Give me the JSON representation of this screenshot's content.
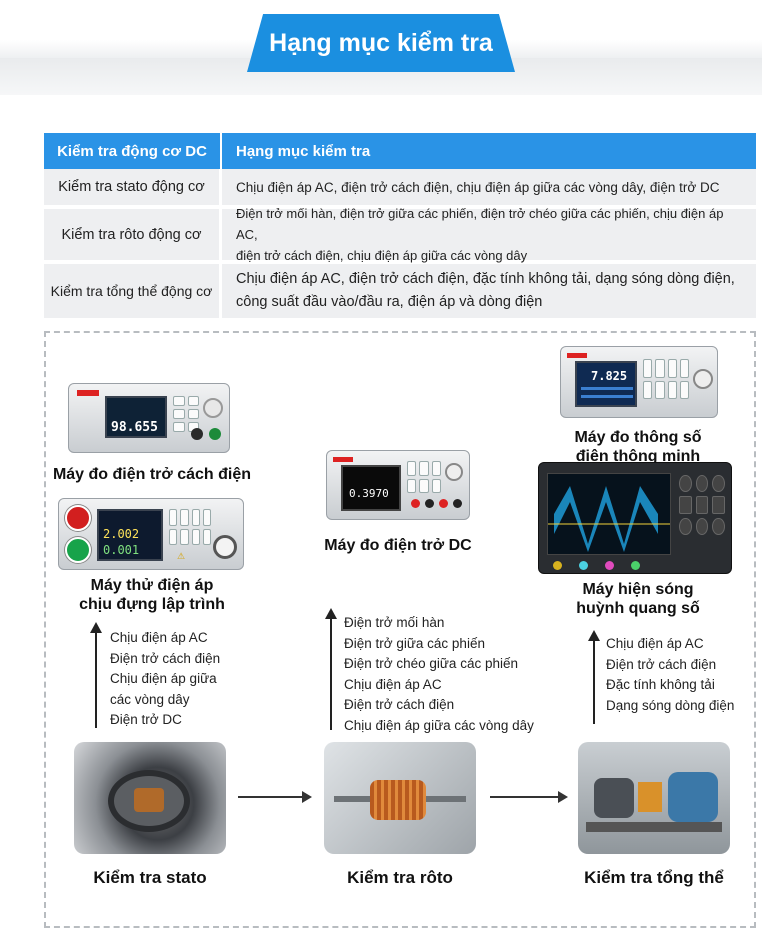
{
  "header": {
    "title": "Hạng mục kiểm tra"
  },
  "table": {
    "col1_header": "Kiểm tra động cơ DC",
    "col2_header": "Hạng mục kiểm tra",
    "rows": [
      {
        "name": "Kiểm tra stato động cơ",
        "items": [
          "Chịu điện áp AC, điện trở cách điện, chịu điện áp giữa các vòng dây, điện trở DC"
        ]
      },
      {
        "name": "Kiểm tra rôto động cơ",
        "items": [
          "Điện trở mối hàn, điện trở giữa các phiến, điện trở chéo giữa các phiến, chịu điện áp AC,",
          "điện trở cách điện, chịu điện áp giữa các vòng dây"
        ]
      },
      {
        "name": "Kiểm tra tổng thể động cơ",
        "items": [
          "Chịu điện áp AC, điện trở cách điện, đặc tính không tải, dạng sóng dòng điện,",
          "công suất đầu vào/đầu ra, điện áp và dòng điện"
        ]
      }
    ]
  },
  "instruments": {
    "insulation_tester": {
      "caption": "Máy đo điện trở cách điện",
      "reading": "98.655"
    },
    "withstand_tester": {
      "caption_line1": "Máy thử điện áp",
      "caption_line2": "chịu đựng lập trình",
      "reading1": "2.002",
      "reading2": "0.001"
    },
    "dc_resistance": {
      "caption": "Máy đo điện trở DC",
      "reading": "0.3970"
    },
    "power_meter": {
      "caption_line1": "Máy đo thông số",
      "caption_line2": "điện thông minh",
      "reading": "7.825"
    },
    "oscilloscope": {
      "caption_line1": "Máy hiện sóng",
      "caption_line2": "huỳnh quang số"
    }
  },
  "lists": {
    "stator": [
      "Chịu điện áp AC",
      "Điện trở cách điện",
      "Chịu điện áp giữa",
      "các vòng dây",
      "Điện trở DC"
    ],
    "rotor": [
      "Điện trở mối hàn",
      "Điện trở giữa các phiến",
      "Điện trở chéo giữa các phiến",
      "Chịu điện áp AC",
      "Điện trở cách điện",
      "Chịu điện áp giữa các vòng dây"
    ],
    "overall": [
      "Chịu điện áp AC",
      "Điện trở cách điện",
      "Đặc tính không tải",
      "Dạng sóng dòng điện"
    ]
  },
  "stages": {
    "stator": "Kiểm tra stato",
    "rotor": "Kiểm tra rôto",
    "overall": "Kiểm tra tổng thể"
  },
  "colors": {
    "accent": "#1b8fe0",
    "table_header": "#2a93e6",
    "row_bg": "#eeeff1"
  }
}
